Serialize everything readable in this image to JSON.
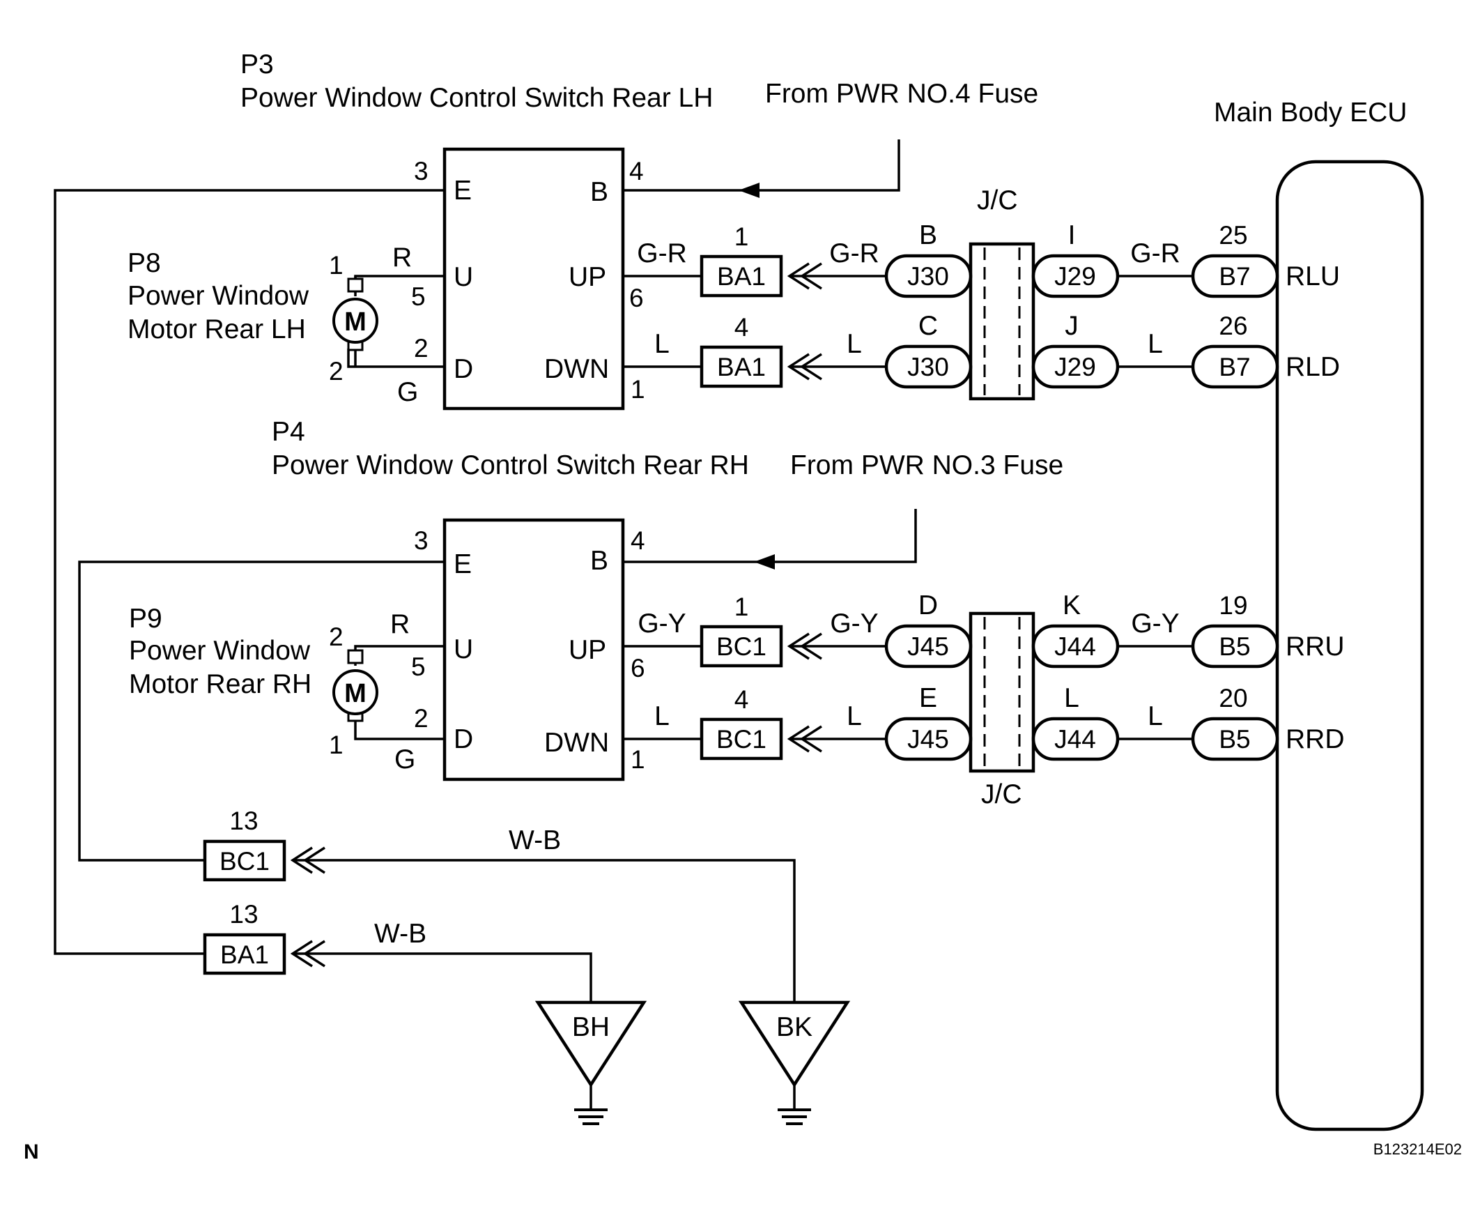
{
  "switches": [
    {
      "code": "P3",
      "name": "Power Window Control Switch Rear LH",
      "fuse": "From PWR NO.4 Fuse",
      "pins": {
        "E": "3",
        "B": "4",
        "U": "5",
        "D": "2",
        "UP": "6",
        "DWN": "1"
      },
      "terms": {
        "E": "E",
        "B": "B",
        "U": "U",
        "D": "D",
        "UP": "UP",
        "DWN": "DWN"
      }
    },
    {
      "code": "P4",
      "name": "Power Window Control Switch Rear RH",
      "fuse": "From PWR NO.3 Fuse",
      "pins": {
        "E": "3",
        "B": "4",
        "U": "5",
        "D": "2",
        "UP": "6",
        "DWN": "1"
      },
      "terms": {
        "E": "E",
        "B": "B",
        "U": "U",
        "D": "D",
        "UP": "UP",
        "DWN": "DWN"
      }
    }
  ],
  "motors": [
    {
      "code": "P8",
      "name_line1": "Power Window",
      "name_line2": "Motor Rear LH",
      "pin_top": "1",
      "pin_bottom": "2",
      "wire_top": "R",
      "wire_bottom": "G",
      "symbol": "M"
    },
    {
      "code": "P9",
      "name_line1": "Power Window",
      "name_line2": "Motor Rear RH",
      "pin_top": "2",
      "pin_bottom": "1",
      "wire_top": "R",
      "wire_bottom": "G",
      "symbol": "M"
    }
  ],
  "rows": [
    {
      "sw_wire": "G-R",
      "conn": "BA1",
      "conn_pin": "1",
      "wire2": "G-R",
      "jc_in": "J30",
      "jc_in_pin": "B",
      "jc_out": "J29",
      "jc_out_pin": "I",
      "wire3": "G-R",
      "ecu_conn": "B7",
      "ecu_pin": "25",
      "ecu_term": "RLU"
    },
    {
      "sw_wire": "L",
      "conn": "BA1",
      "conn_pin": "4",
      "wire2": "L",
      "jc_in": "J30",
      "jc_in_pin": "C",
      "jc_out": "J29",
      "jc_out_pin": "J",
      "wire3": "L",
      "ecu_conn": "B7",
      "ecu_pin": "26",
      "ecu_term": "RLD"
    },
    {
      "sw_wire": "G-Y",
      "conn": "BC1",
      "conn_pin": "1",
      "wire2": "G-Y",
      "jc_in": "J45",
      "jc_in_pin": "D",
      "jc_out": "J44",
      "jc_out_pin": "K",
      "wire3": "G-Y",
      "ecu_conn": "B5",
      "ecu_pin": "19",
      "ecu_term": "RRU"
    },
    {
      "sw_wire": "L",
      "conn": "BC1",
      "conn_pin": "4",
      "wire2": "L",
      "jc_in": "J45",
      "jc_in_pin": "E",
      "jc_out": "J44",
      "jc_out_pin": "L",
      "wire3": "L",
      "ecu_conn": "B5",
      "ecu_pin": "20",
      "ecu_term": "RRD"
    }
  ],
  "jc_label": "J/C",
  "ecu_label": "Main Body ECU",
  "ground_conns": [
    {
      "conn": "BC1",
      "pin": "13",
      "wire": "W-B"
    },
    {
      "conn": "BA1",
      "pin": "13",
      "wire": "W-B"
    }
  ],
  "grounds": [
    {
      "label": "BH"
    },
    {
      "label": "BK"
    }
  ],
  "footer": {
    "left": "N",
    "right": "B123214E02"
  }
}
